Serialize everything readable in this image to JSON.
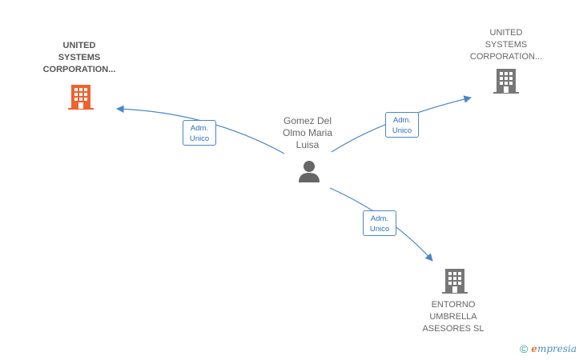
{
  "nodes": {
    "company_main": {
      "label": "UNITED\nSYSTEMS\nCORPORATION...",
      "icon": "building-icon",
      "color": "#f0622e"
    },
    "company_top_right": {
      "label": "UNITED\nSYSTEMS\nCORPORATION...",
      "icon": "building-icon",
      "color": "#777777"
    },
    "person": {
      "label": "Gomez Del\nOlmo Maria\nLuisa",
      "icon": "person-icon",
      "color": "#666666"
    },
    "company_bottom": {
      "label": "ENTORNO\nUMBRELLA\nASESORES  SL",
      "icon": "building-icon",
      "color": "#777777"
    }
  },
  "edges": [
    {
      "from": "person",
      "to": "company_main",
      "label_line1": "Adm.",
      "label_line2": "Unico"
    },
    {
      "from": "person",
      "to": "company_top_right",
      "label_line1": "Adm.",
      "label_line2": "Unico"
    },
    {
      "from": "person",
      "to": "company_bottom",
      "label_line1": "Adm.",
      "label_line2": "Unico"
    }
  ],
  "footer": {
    "copyright_symbol": "©",
    "brand_first": "e",
    "brand_rest": "mpresia"
  },
  "colors": {
    "edge": "#4a86c8",
    "accent": "#f0622e"
  }
}
